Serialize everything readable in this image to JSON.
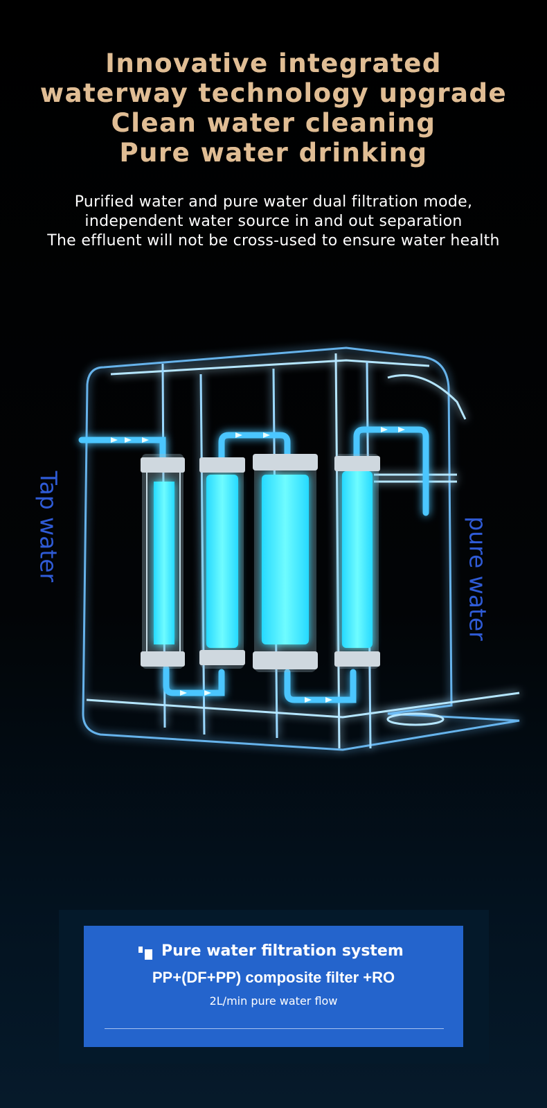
{
  "headline": {
    "lines": [
      "Innovative integrated",
      "waterway technology upgrade",
      "Clean water cleaning",
      "Pure water drinking"
    ]
  },
  "description": {
    "lines": [
      "Purified water and pure water dual filtration mode,",
      "independent water source in and out separation",
      "The effluent will not be cross-used to ensure water health"
    ]
  },
  "labels": {
    "tap_water": "Tap water",
    "pure_water": "pure water"
  },
  "panel": {
    "title": "Pure water filtration system",
    "subtitle": "PP+(DF+PP) composite filter +RO",
    "flow": "2L/min pure water flow"
  },
  "colors": {
    "headline": "#e0bd94",
    "label_blue": "#2f5bd6",
    "panel_blue": "#2464cc",
    "glow_cyan": "#3ff0ff"
  }
}
